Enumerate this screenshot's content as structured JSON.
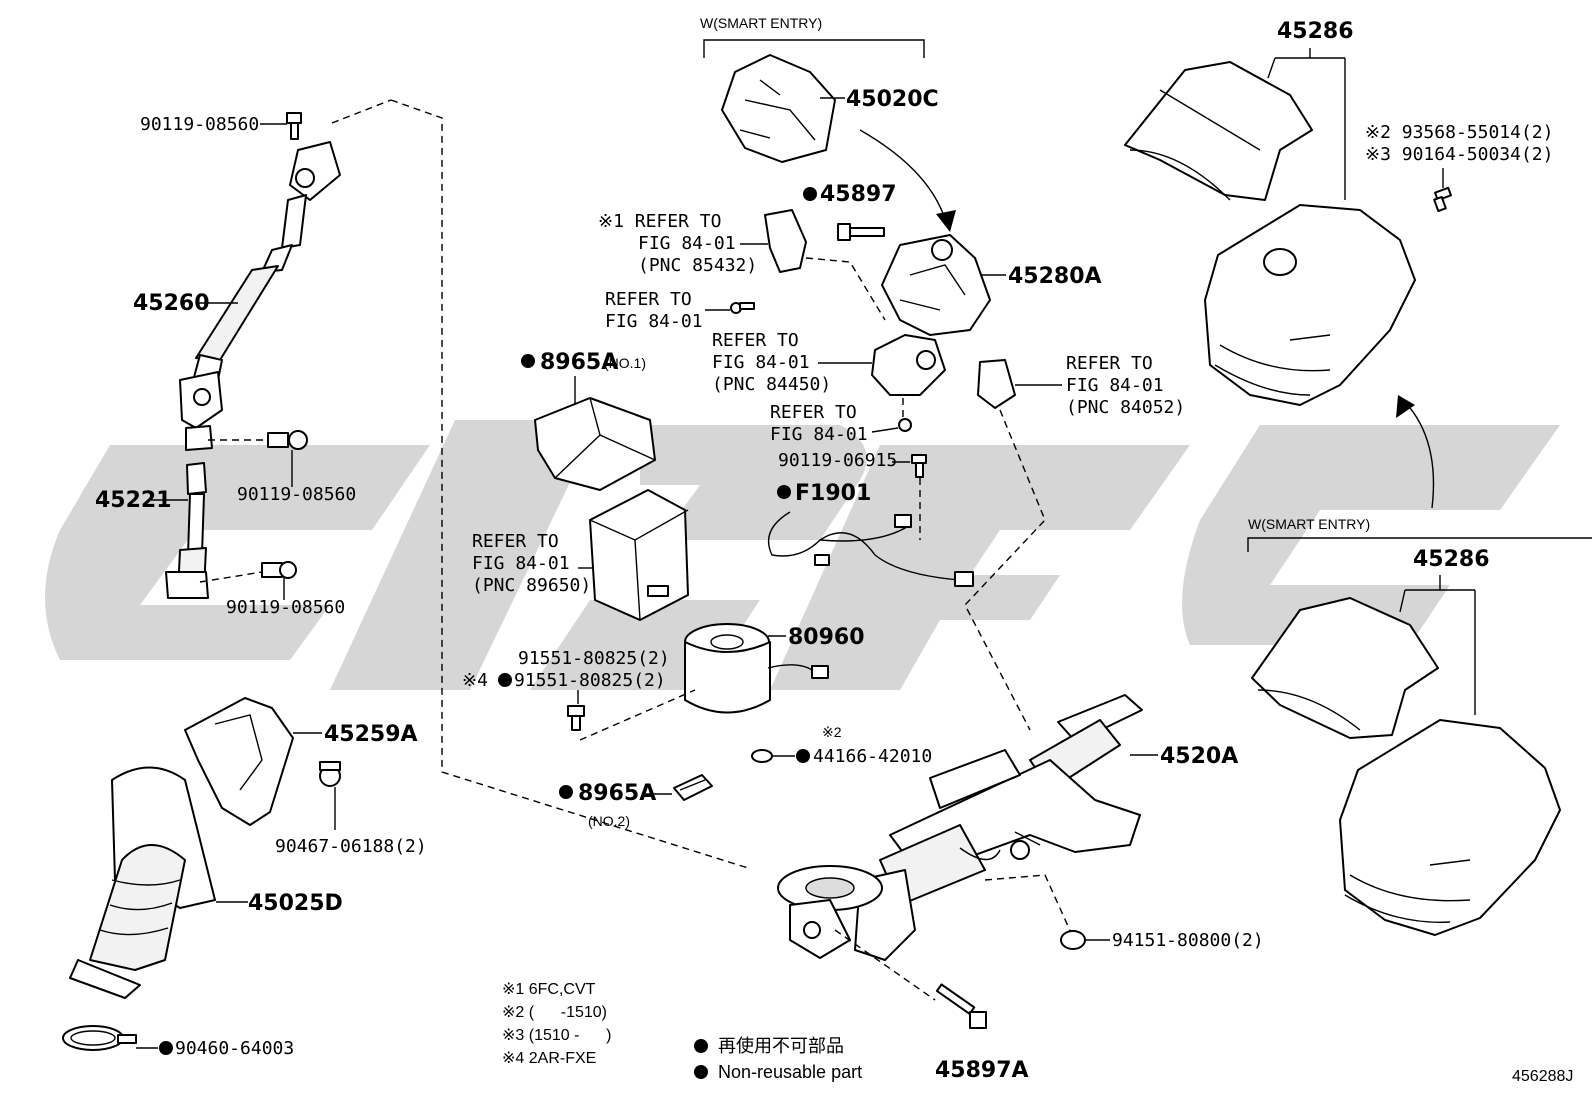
{
  "headers": {
    "smart_entry_top": "W(SMART ENTRY)",
    "smart_entry_right": "W(SMART ENTRY)"
  },
  "labels": {
    "p90119_08560_top": "90119-08560",
    "p45260": "45260",
    "p90119_08560_mid": "90119-08560",
    "p45221": "45221",
    "p90119_08560_low": "90119-08560",
    "p45259A": "45259A",
    "p90467_06188": "90467-06188(2)",
    "p45025D": "45025D",
    "p90460_64003": "90460-64003",
    "p45020C": "45020C",
    "p45897": "45897",
    "note1_line1": "※1 REFER TO",
    "note1_line2": "FIG 84-01",
    "note1_line3": "(PNC 85432)",
    "ref2_line1": "REFER TO",
    "ref2_line2": "FIG 84-01",
    "p45280A": "45280A",
    "p8965A_no1": "8965A",
    "no1": "(NO.1)",
    "ref3_line1": "REFER TO",
    "ref3_line2": "FIG 84-01",
    "ref3_line3": "(PNC 84450)",
    "ref4_line1": "REFER TO",
    "ref4_line2": "FIG 84-01",
    "ref5_line1": "REFER TO",
    "ref5_line2": "FIG 84-01",
    "ref5_line3": "(PNC 84052)",
    "p90119_06915": "90119-06915",
    "pF1901": "F1901",
    "ref6_line1": "REFER TO",
    "ref6_line2": "FIG 84-01",
    "ref6_line3": "(PNC 89650)",
    "p80960": "80960",
    "p91551_a": "91551-80825(2)",
    "p91551_b_prefix": "※4",
    "p91551_b": "91551-80825(2)",
    "note2_mark": "※2",
    "p44166": "44166-42010",
    "p4520A": "4520A",
    "p8965A_no2": "8965A",
    "no2": "(NO.2)",
    "p94151": "94151-80800(2)",
    "p45897A": "45897A",
    "p45286_top": "45286",
    "p45286_right": "45286",
    "p93568": "※2 93568-55014(2)",
    "p90164": "※3 90164-50034(2)"
  },
  "notes": [
    "※1 6FC,CVT",
    "※2 (      -1510)",
    "※3 (1510 -      )",
    "※4 2AR-FXE"
  ],
  "legend": {
    "line1": "再使用不可部品",
    "line2": "Non-reusable part"
  },
  "figure_id": "456288J"
}
